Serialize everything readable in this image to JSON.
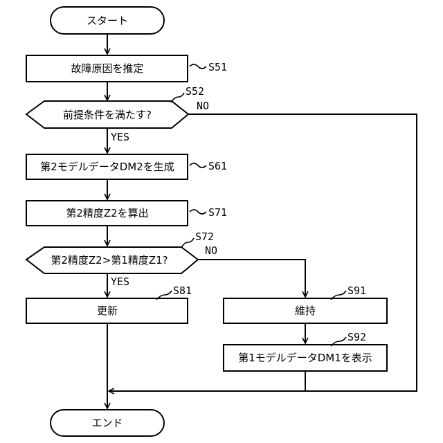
{
  "nodes": {
    "start": "スタート",
    "s51": "故障原因を推定",
    "s52": "前提条件を満たす?",
    "s61": "第2モデルデータDM2を生成",
    "s71": "第2精度Z2を算出",
    "s72": "第2精度Z2>第1精度Z1?",
    "s81": "更新",
    "s91": "維持",
    "s92": "第1モデルデータDM1を表示",
    "end": "エンド"
  },
  "step_labels": {
    "s51": "S51",
    "s52": "S52",
    "s61": "S61",
    "s71": "S71",
    "s72": "S72",
    "s81": "S81",
    "s91": "S91",
    "s92": "S92"
  },
  "branch_labels": {
    "s52_yes": "YES",
    "s52_no": "NO",
    "s72_yes": "YES",
    "s72_no": "NO"
  }
}
